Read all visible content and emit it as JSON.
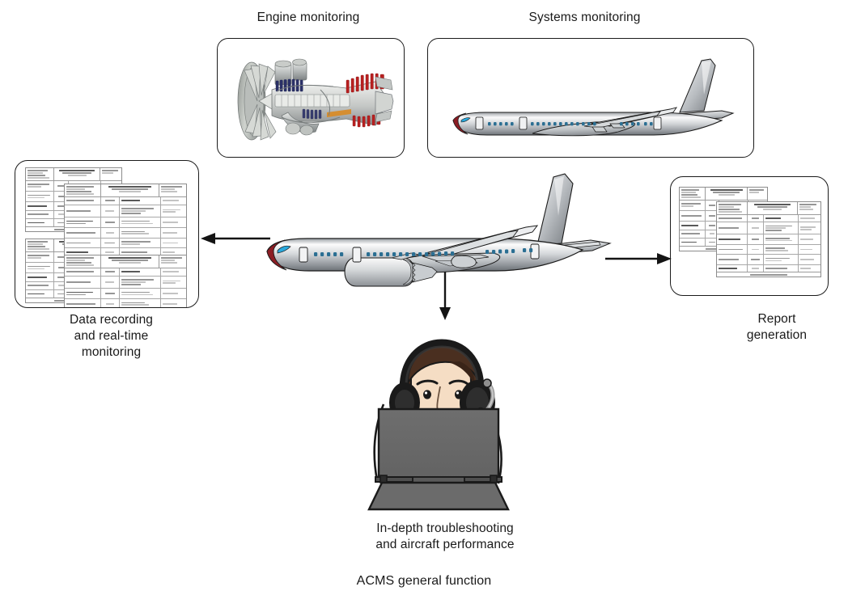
{
  "diagram": {
    "title": "ACMS general function",
    "panels": {
      "engine": {
        "caption": "Engine monitoring",
        "artwork": "jet-engine-cutaway-illustration"
      },
      "systems": {
        "caption": "Systems monitoring",
        "artwork": "airliner-side-view-illustration"
      },
      "data_recording": {
        "caption": "Data recording\nand real-time\nmonitoring",
        "artwork": "stacked-report-documents"
      },
      "report": {
        "caption": "Report\ngeneration",
        "artwork": "stacked-report-documents"
      },
      "troubleshooting": {
        "caption": "In-depth troubleshooting\nand aircraft performance",
        "artwork": "operator-with-headset-at-laptop"
      }
    },
    "center": {
      "artwork": "airliner-side-view-illustration"
    },
    "arrows": [
      {
        "name": "arrow-to-data-recording",
        "direction": "left"
      },
      {
        "name": "arrow-to-report-generation",
        "direction": "right"
      },
      {
        "name": "arrow-to-troubleshooting",
        "direction": "down"
      }
    ],
    "colors": {
      "outline": "#1b1b1b",
      "fuselage_light": "#f2f2f2",
      "fuselage_mid": "#b9bcc0",
      "fuselage_dark": "#6f7378",
      "nose_cone": "#8c1d24",
      "cockpit_window": "#2aa9dd",
      "cabin_window": "#2b6f93",
      "laptop_body": "#6b6b6b",
      "hair": "#4a2f20",
      "skin": "#f5ddc4",
      "headset": "#1a1a1a",
      "document_rule": "#9a9a9a",
      "document_text": "#6e6e6e"
    }
  }
}
